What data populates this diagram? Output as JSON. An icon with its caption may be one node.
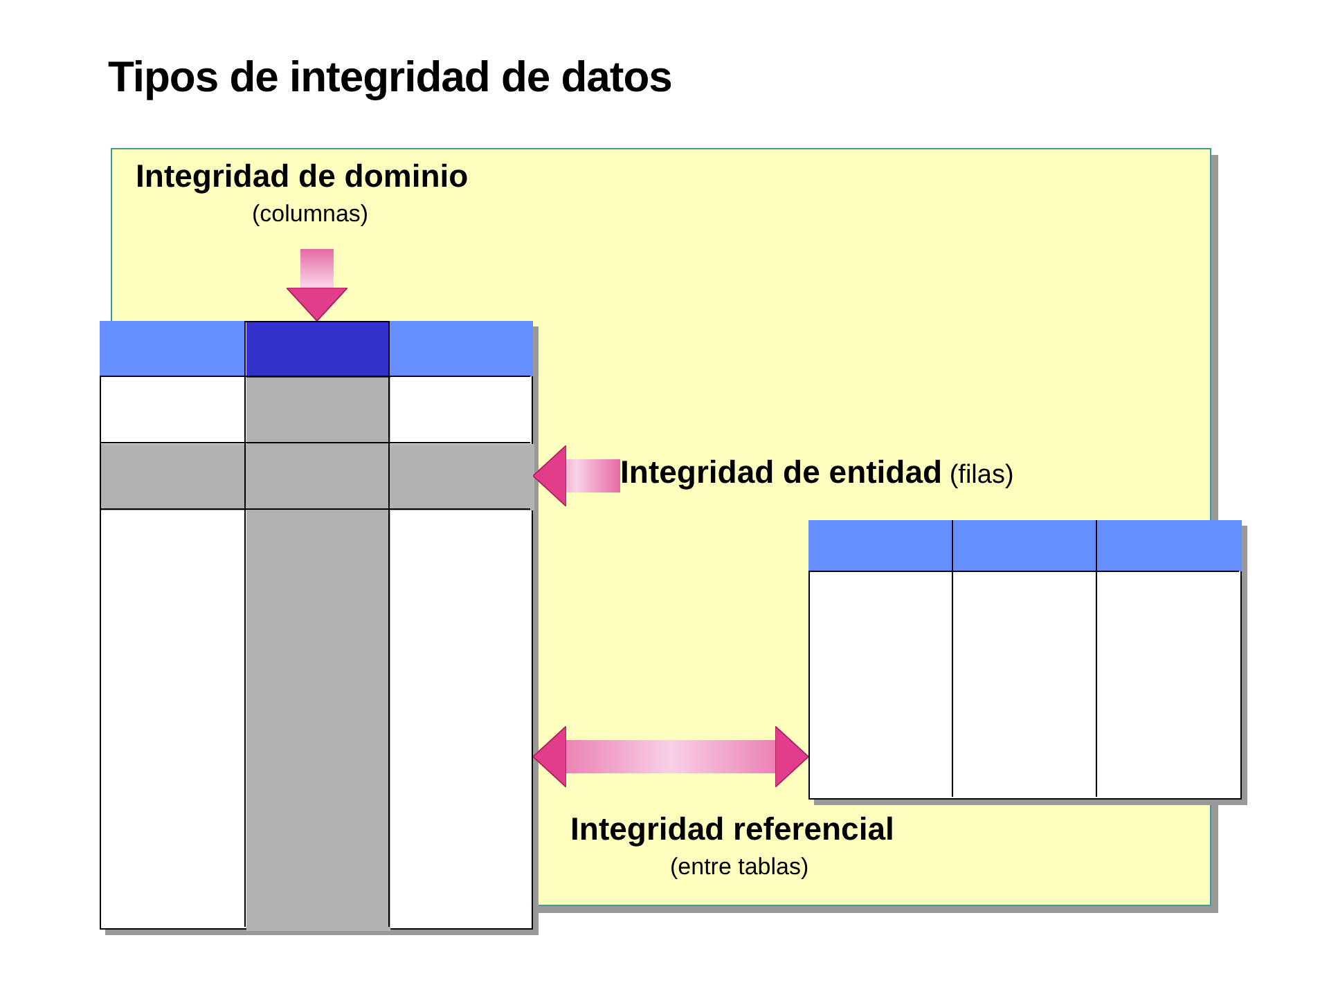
{
  "diagram": {
    "title": "Tipos de integridad de datos",
    "nodes": [
      {
        "text": [
          "Integridad de dominio",
          "(columnas)"
        ]
      },
      {
        "text": [],
        "shape": "table"
      },
      {
        "text": [],
        "shape": "bar",
        "in": 1
      },
      {
        "text": [],
        "shape": "bar",
        "in": 1
      },
      {
        "text": [
          "Integridad de entidad",
          "(filas)"
        ]
      },
      {
        "text": [],
        "shape": "table"
      },
      {
        "text": [
          "Integridad referencial",
          "(entre tablas)"
        ]
      }
    ],
    "edges": [
      {
        "from": 0,
        "to": 2,
        "arrow": "to",
        "style": "thick"
      },
      {
        "from": 4,
        "to": 3,
        "arrow": "to",
        "style": "thick"
      },
      {
        "from": 1,
        "to": 5,
        "arrow": "both",
        "style": "thick"
      }
    ]
  }
}
